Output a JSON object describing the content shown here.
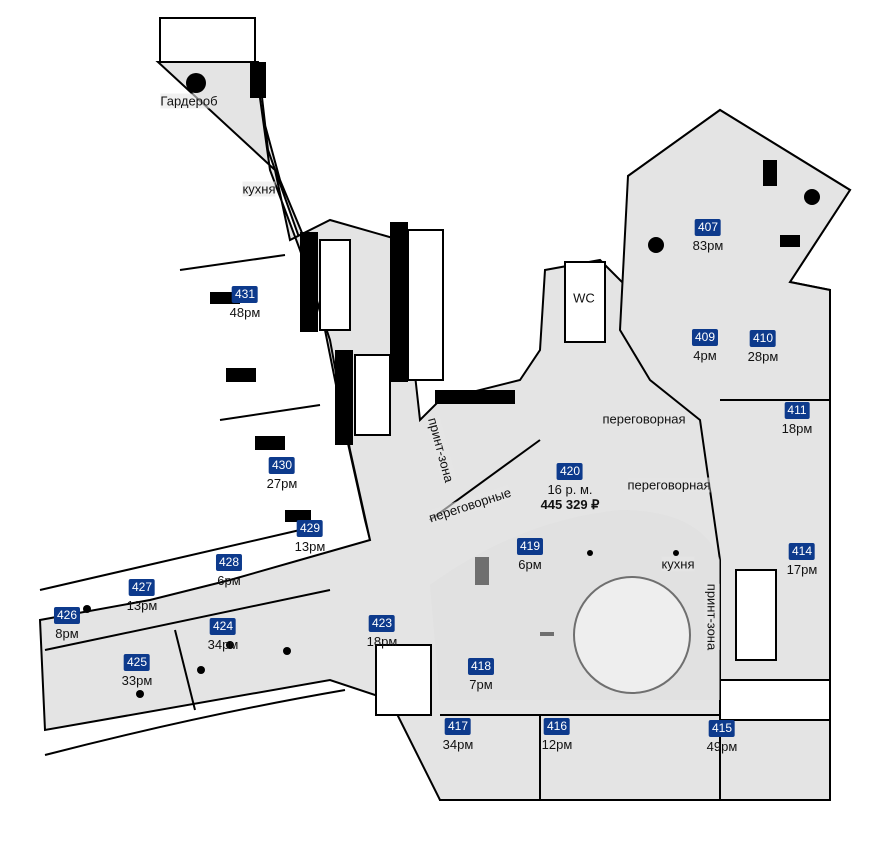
{
  "colors": {
    "badge": "#0d3a8c",
    "floor": "#e4e4e4",
    "wall": "#000000"
  },
  "rooms": [
    {
      "id": "431",
      "capacity": "48рм"
    },
    {
      "id": "430",
      "capacity": "27рм"
    },
    {
      "id": "429",
      "capacity": "13рм"
    },
    {
      "id": "428",
      "capacity": "6рм"
    },
    {
      "id": "427",
      "capacity": "13рм"
    },
    {
      "id": "426",
      "capacity": "8рм"
    },
    {
      "id": "425",
      "capacity": "33рм"
    },
    {
      "id": "424",
      "capacity": "34рм"
    },
    {
      "id": "423",
      "capacity": "18рм"
    },
    {
      "id": "420",
      "capacity": "16 р. м.",
      "price": "445 329 ₽"
    },
    {
      "id": "419",
      "capacity": "6рм"
    },
    {
      "id": "418",
      "capacity": "7рм"
    },
    {
      "id": "417",
      "capacity": "34рм"
    },
    {
      "id": "416",
      "capacity": "12рм"
    },
    {
      "id": "415",
      "capacity": "49рм"
    },
    {
      "id": "414",
      "capacity": "17рм"
    },
    {
      "id": "411",
      "capacity": "18рм"
    },
    {
      "id": "410",
      "capacity": "28рм"
    },
    {
      "id": "409",
      "capacity": "4рм"
    },
    {
      "id": "407",
      "capacity": "83рм"
    }
  ],
  "labels": {
    "wardrobe": "Гардероб",
    "kitchen_top": "кухня",
    "wc": "WC",
    "meeting_1": "переговорная",
    "meeting_2": "переговорная",
    "meetings": "переговорные",
    "kitchen_center": "кухня",
    "print_1": "принт-зона",
    "print_2": "принт-зона"
  }
}
